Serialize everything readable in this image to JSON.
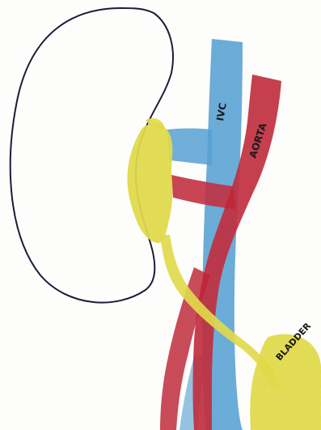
{
  "labels": {
    "ivc": "IVC",
    "aorta": "AORTA",
    "bladder": "BLADDER"
  },
  "colors": {
    "ivc": "#5aa8dc",
    "aorta": "#c8283c",
    "urinary": "#e9e24a",
    "outline": "#1c1c3a",
    "background": "#fdfdfb"
  }
}
